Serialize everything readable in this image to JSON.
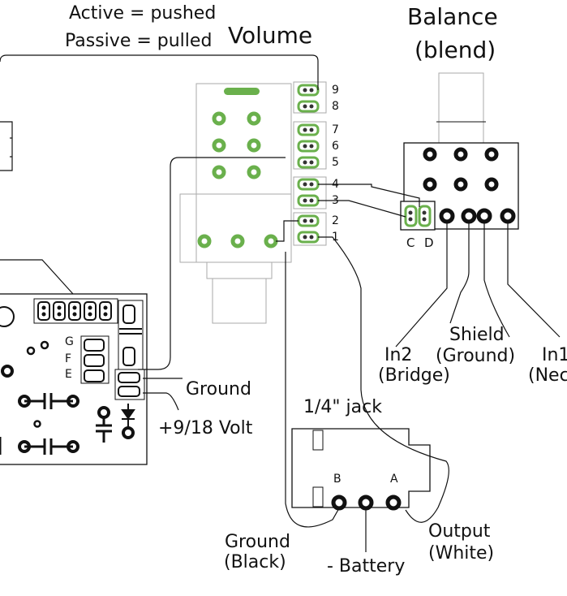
{
  "labels": {
    "active": "Active = pushed",
    "passive": "Passive = pulled",
    "volume": "Volume",
    "balance_line1": "Balance",
    "balance_line2": "(blend)",
    "ground": "Ground",
    "supply": "+9/18 Volt",
    "jack": "1/4\" jack",
    "jack_b": "B",
    "jack_a": "A",
    "ground_black_line1": "Ground",
    "ground_black_line2": "(Black)",
    "battery": "- Battery",
    "output_line1": "Output",
    "output_line2": "(White)",
    "in2_line1": "In2",
    "in2_line2": "(Bridge)",
    "shield_line1": "Shield",
    "shield_line2": "(Ground)",
    "in1_line1": "In1",
    "in1_line2": "(Nec",
    "pot_c": "C",
    "pot_d": "D",
    "pcb_g": "G",
    "pcb_f": "F",
    "pcb_e": "E"
  },
  "switch_pins": [
    "9",
    "8",
    "7",
    "6",
    "5",
    "4",
    "3",
    "2",
    "1"
  ],
  "colors": {
    "green": "#6ab04c",
    "line": "#111111",
    "light_line": "#aaaaaa"
  }
}
